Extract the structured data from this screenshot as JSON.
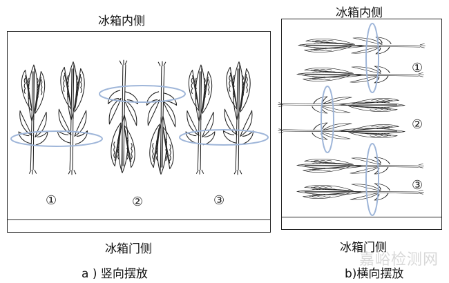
{
  "diagram_a": {
    "top_label": "冰箱内侧",
    "bottom_label": "冰箱门侧",
    "caption": "a ) 竖向摆放",
    "group_labels": [
      "①",
      "②",
      "③"
    ]
  },
  "diagram_b": {
    "top_label": "冰箱内侧",
    "bottom_label": "冰箱门侧",
    "caption": "b)横向摆放",
    "group_labels": [
      "①",
      "②",
      "③"
    ]
  },
  "watermark": "嘉峪检测网",
  "colors": {
    "outline": "#222222",
    "ellipse": "#9fb6d9"
  }
}
